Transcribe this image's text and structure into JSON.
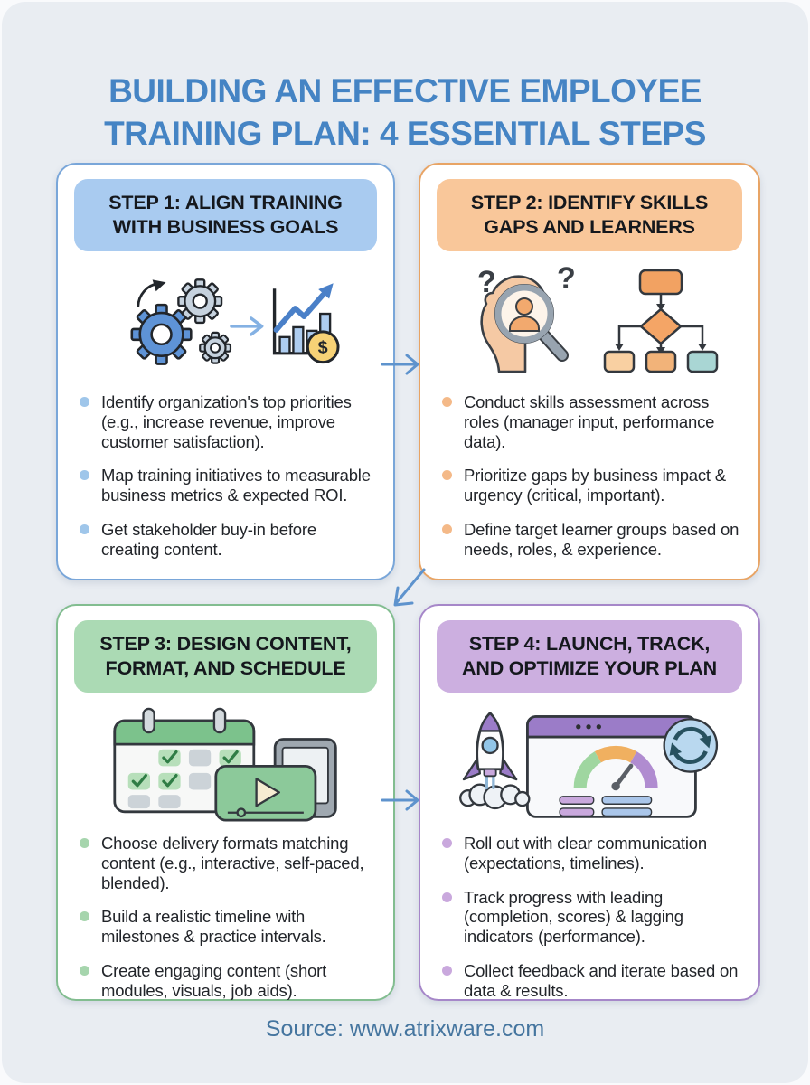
{
  "page": {
    "title": "BUILDING AN EFFECTIVE EMPLOYEE TRAINING PLAN: 4 ESSENTIAL STEPS",
    "source_label": "Source: www.atrixware.com"
  },
  "colors": {
    "background": "#e9edf2",
    "title_text": "#4584c4",
    "connector_arrow": "#5e93cd",
    "source_text": "#45759f",
    "step1_accent": "#79a6d9",
    "step1_header_bg": "#a9cbf0",
    "step2_accent": "#e8a465",
    "step2_header_bg": "#f9c79a",
    "step3_accent": "#82bd90",
    "step3_header_bg": "#abdab4",
    "step4_accent": "#a687c9",
    "step4_header_bg": "#ccafe0"
  },
  "steps": [
    {
      "header": "STEP 1: ALIGN TRAINING WITH BUSINESS GOALS",
      "icon": "gears-to-growth-chart-icon",
      "bullets": [
        "Identify organization's top priorities (e.g., increase revenue, improve customer satisfaction).",
        "Map training initiatives to measurable business metrics & expected ROI.",
        "Get stakeholder buy-in before creating content."
      ]
    },
    {
      "header": "STEP 2: IDENTIFY SKILLS GAPS AND LEARNERS",
      "icon": "skills-gap-analysis-icon",
      "bullets": [
        "Conduct skills assessment across roles (manager input, performance data).",
        "Prioritize gaps by business impact & urgency (critical, important).",
        "Define target learner groups based on needs, roles, & experience."
      ]
    },
    {
      "header": "STEP 3: DESIGN CONTENT, FORMAT, AND SCHEDULE",
      "icon": "schedule-content-icon",
      "bullets": [
        "Choose delivery formats matching content (e.g., interactive, self-paced, blended).",
        "Build a realistic timeline with milestones & practice intervals.",
        "Create engaging content (short modules, visuals, job aids)."
      ]
    },
    {
      "header": "STEP 4: LAUNCH, TRACK, AND OPTIMIZE YOUR PLAN",
      "icon": "launch-dashboard-icon",
      "bullets": [
        "Roll out with clear communication (expectations, timelines).",
        "Track progress with leading (completion, scores) & lagging indicators (performance).",
        "Collect feedback and iterate based on data & results."
      ]
    }
  ]
}
